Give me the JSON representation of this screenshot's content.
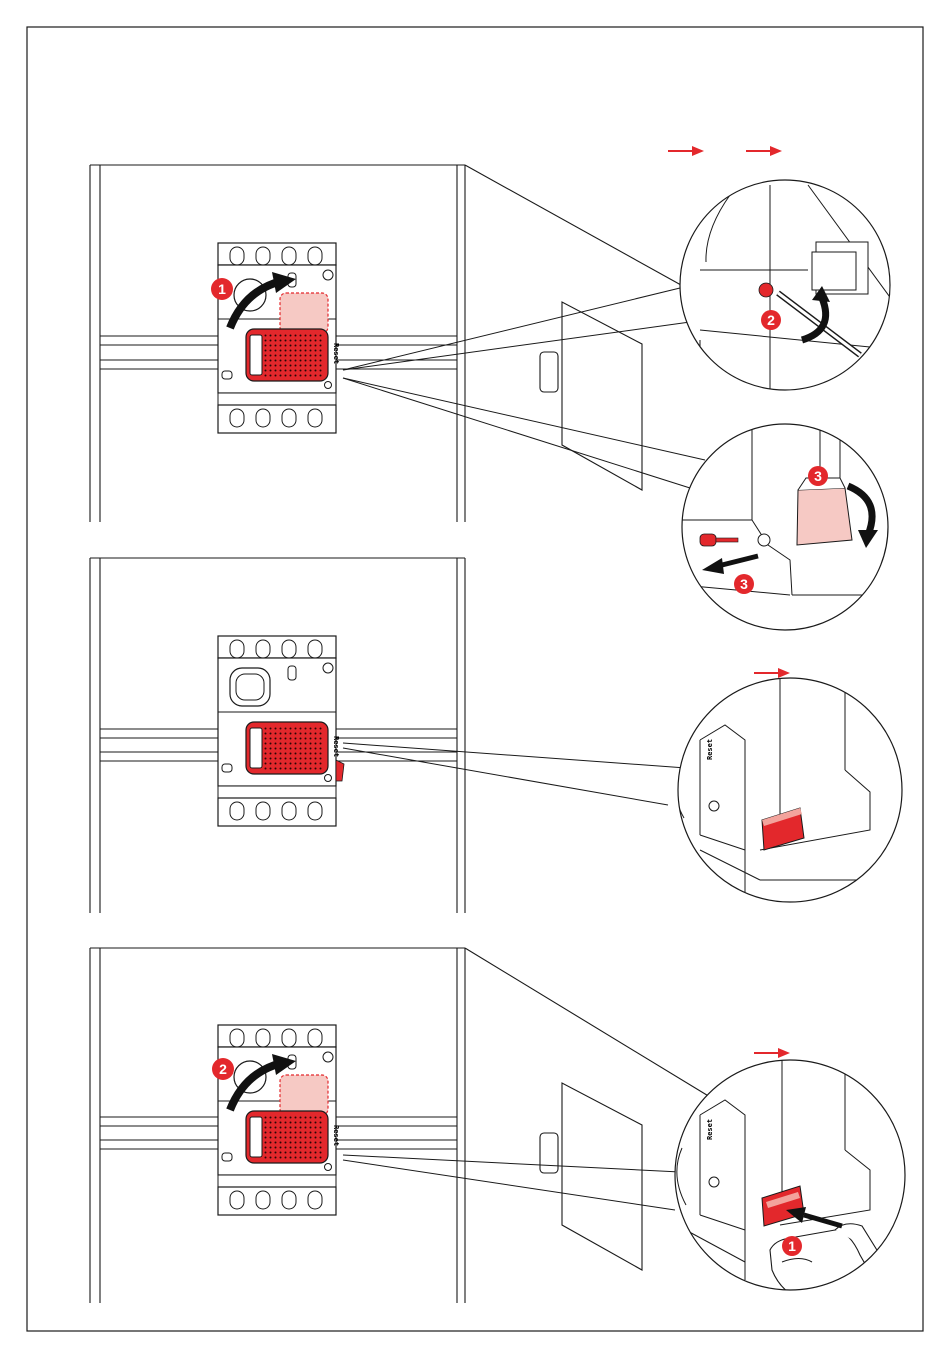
{
  "colors": {
    "accent_red": "#e3282c",
    "light_red": "#f6c9c4",
    "line": "#1a1a1a",
    "background": "#ffffff"
  },
  "labels": {
    "reset": "Reset"
  },
  "panels": [
    {
      "steps": [
        "1",
        "2",
        "3",
        "3"
      ],
      "arrow_count": 2
    },
    {
      "steps": [],
      "arrow_count": 1
    },
    {
      "steps": [
        "2",
        "1"
      ],
      "arrow_count": 1
    }
  ],
  "icons": [
    "curved-arrow-icon",
    "straight-arrow-icon",
    "red-arrow-icon",
    "hand-icon",
    "screwdriver-icon",
    "screw-icon"
  ]
}
